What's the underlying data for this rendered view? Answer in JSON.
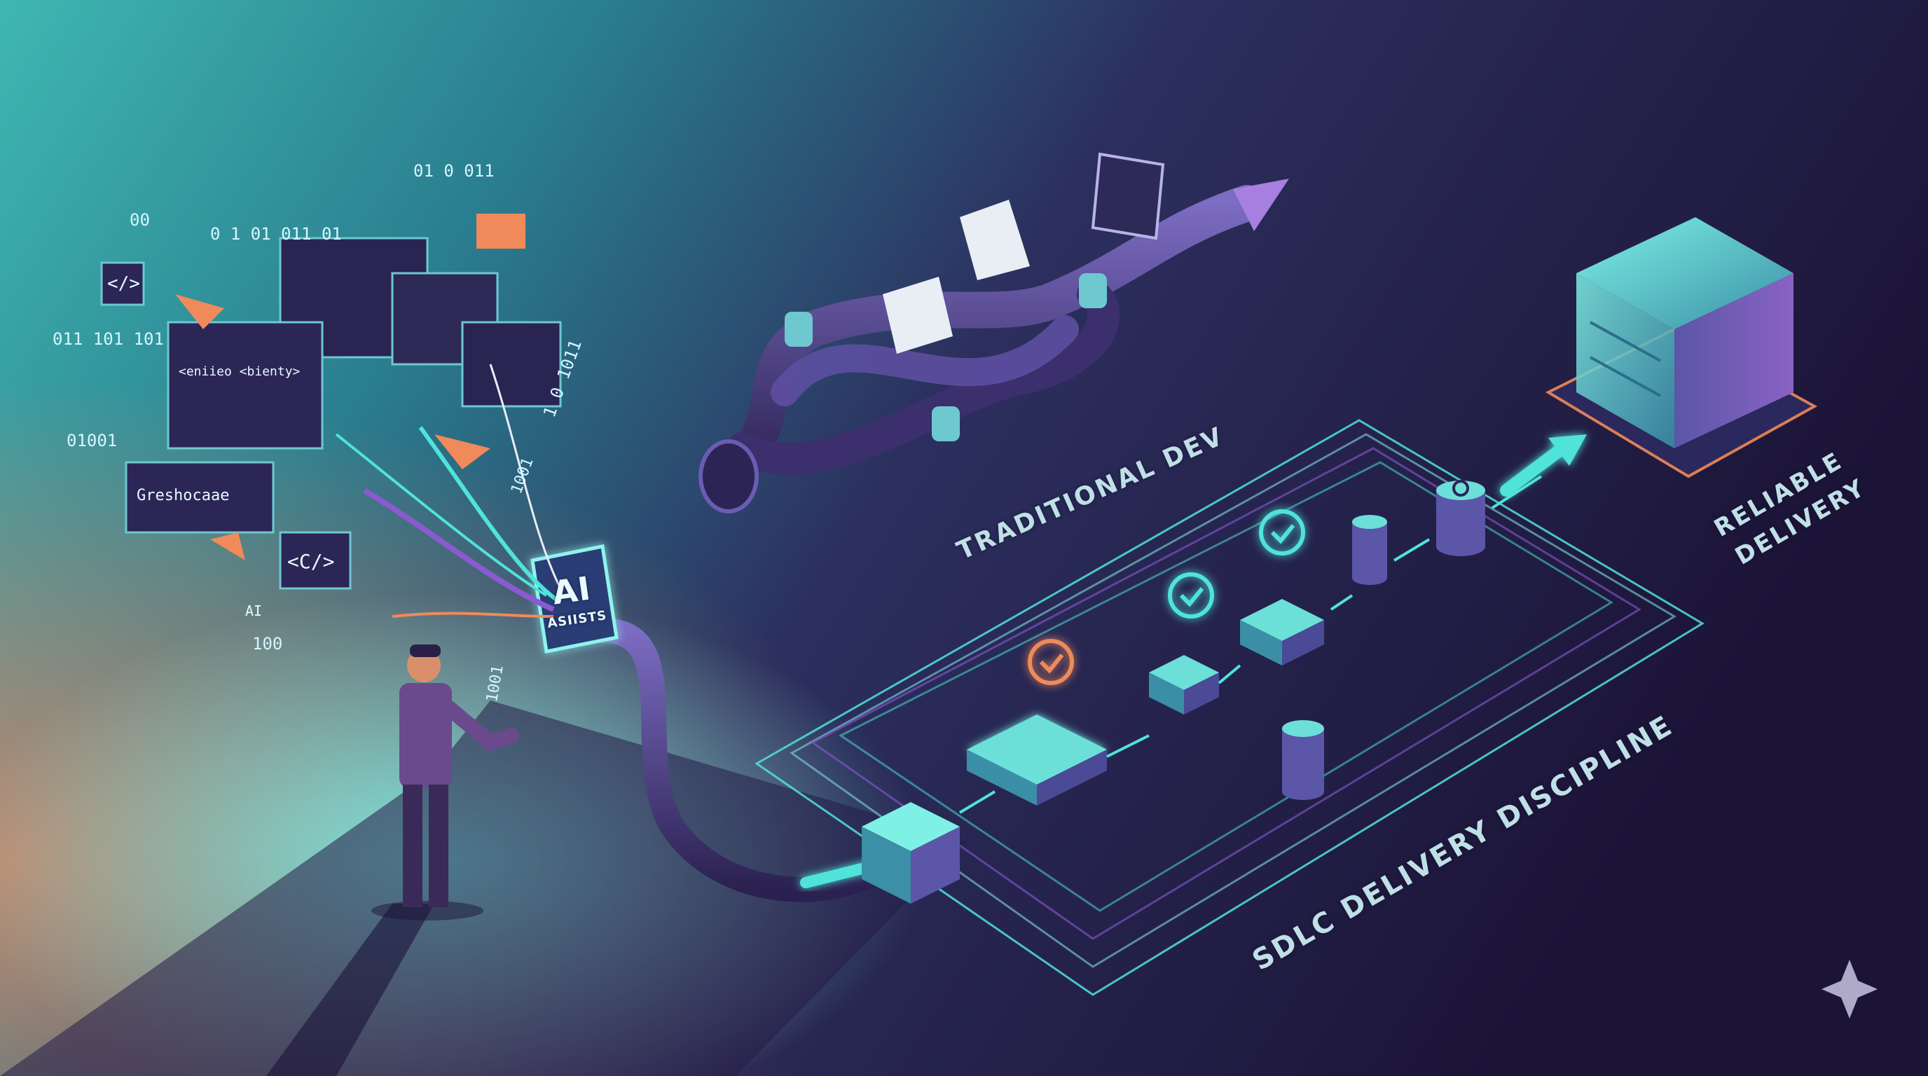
{
  "labels": {
    "traditional_dev": "TRADITIONAL DEV",
    "sdlc": "SDLC DELIVERY DISCIPLINE",
    "reliable": "RELIABLE",
    "delivery": "DELIVERY",
    "ai": "AI",
    "ai_assists": "ASIISTS"
  },
  "code_fragments": {
    "b1": "01 0 011",
    "b2": "0 1 01 011 01",
    "b3": "00",
    "b4": "011 101 101",
    "b5": "01001",
    "b6": "1 0 1011",
    "b7": "1001",
    "b8": "100",
    "b9": "1001",
    "tag1": "</>",
    "tag2": "<C/>",
    "word1": "Greshocaae",
    "word2": "<eniieo <bienty>",
    "word3": "AI"
  },
  "colors": {
    "teal": "#4fe3da",
    "purple": "#8a5ad0",
    "orange": "#f08a5a",
    "dark": "#1c1437"
  },
  "icons": [
    "figure-icon",
    "checkmark-icon",
    "database-icon",
    "gear-icon",
    "server-icon",
    "pipe-icon",
    "document-icon",
    "arrow-icon",
    "sparkle-icon"
  ]
}
